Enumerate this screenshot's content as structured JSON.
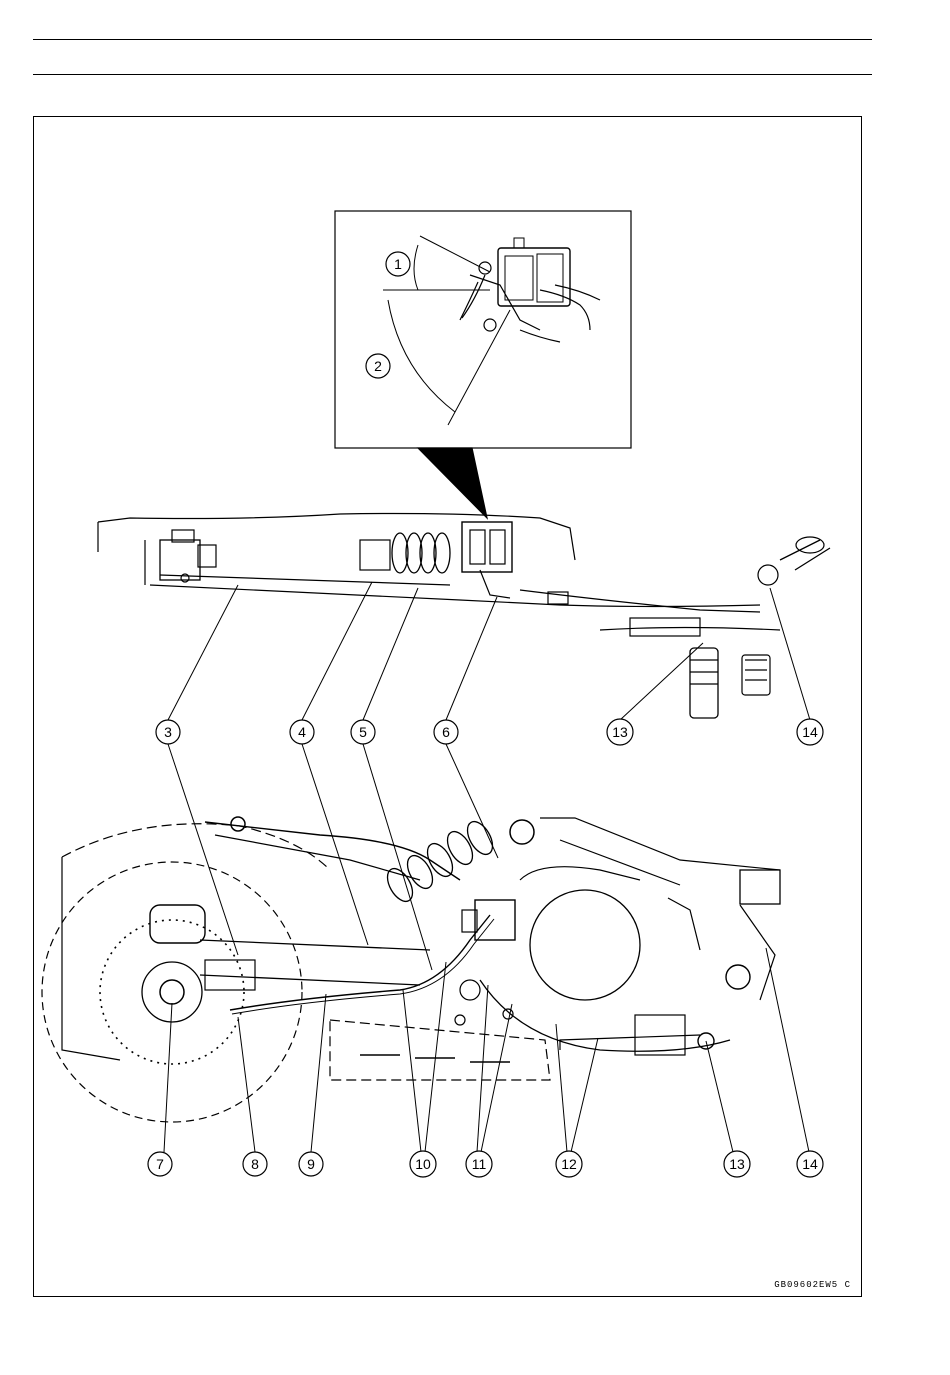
{
  "figure_code": "GB09602EW5 C",
  "callouts": {
    "c1": "1",
    "c2": "2",
    "c3": "3",
    "c4": "4",
    "c5": "5",
    "c6": "6",
    "c7": "7",
    "c8": "8",
    "c9": "9",
    "c10": "10",
    "c11": "11",
    "c12": "12",
    "c13a": "13",
    "c14a": "14",
    "c13b": "13",
    "c14b": "14"
  }
}
